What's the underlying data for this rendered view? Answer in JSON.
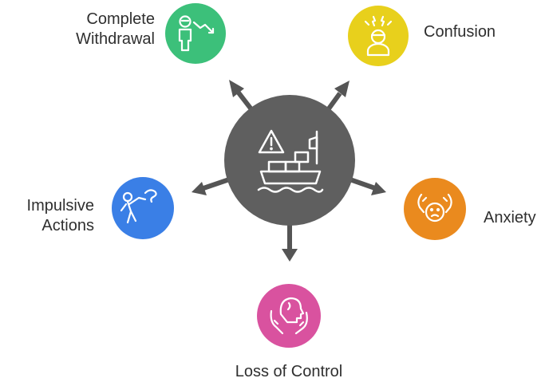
{
  "center": {
    "icon": "cargo-ship-warning-icon",
    "color": "#5f5f5f"
  },
  "nodes": [
    {
      "id": "withdrawal",
      "label_lines": [
        "Complete",
        "Withdrawal"
      ],
      "color": "#3cc07a",
      "icon": "person-downtrend-icon"
    },
    {
      "id": "confusion",
      "label_lines": [
        "Confusion"
      ],
      "color": "#e8d01c",
      "icon": "confused-person-icon"
    },
    {
      "id": "anxiety",
      "label_lines": [
        "Anxiety"
      ],
      "color": "#ea8a1e",
      "icon": "anxious-face-hands-icon"
    },
    {
      "id": "loss",
      "label_lines": [
        "Loss of Control"
      ],
      "color": "#d9529f",
      "icon": "head-hands-icon"
    },
    {
      "id": "impulsive",
      "label_lines": [
        "Impulsive",
        "Actions"
      ],
      "color": "#3a7fe6",
      "icon": "person-reaching-icon"
    }
  ],
  "arrow_color": "#555555"
}
